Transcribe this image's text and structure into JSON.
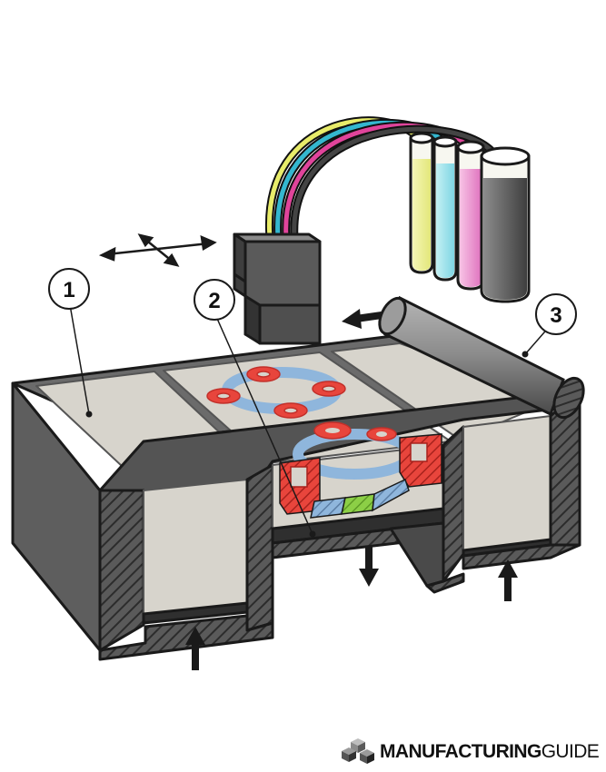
{
  "callouts": {
    "c1": "1",
    "c2": "2",
    "c3": "3"
  },
  "logo": {
    "bold": "MANUFACTURING",
    "light": "GUIDE"
  },
  "colors": {
    "powder": "#d7d4cc",
    "frame": "#616161",
    "frame_dark": "#3a3a3a",
    "ink_yellow": "#e8ec6a",
    "ink_cyan": "#34b7cf",
    "ink_magenta": "#e0449b",
    "ink_black": "#2a2a2a",
    "part_red": "#e8453c",
    "part_blue": "#8fb6dc",
    "part_green": "#8ccf46"
  }
}
